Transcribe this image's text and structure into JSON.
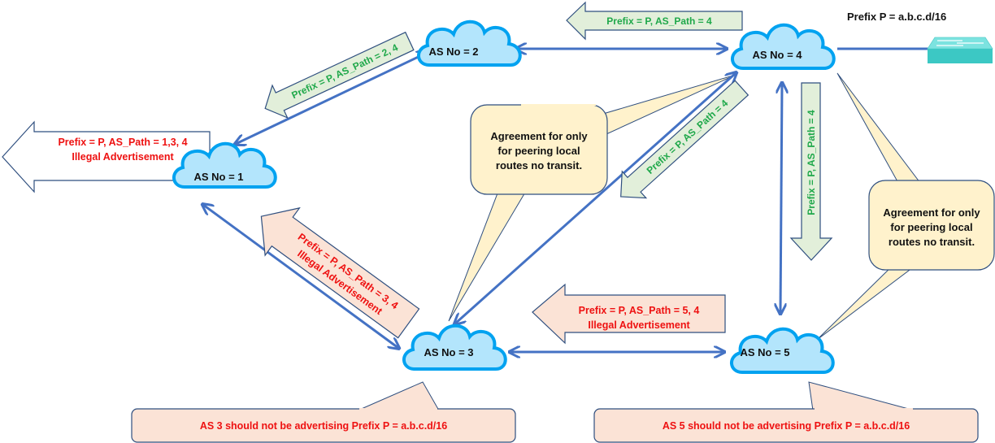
{
  "title": "BGP route leak / illegal transit advertisement",
  "prefix_label": "Prefix P = a.b.c.d/16",
  "nodes": {
    "as1": "AS No = 1",
    "as2": "AS No = 2",
    "as3": "AS No = 3",
    "as4": "AS No = 4",
    "as5": "AS No = 5"
  },
  "advertisements": {
    "as4_to_as2": "Prefix = P, AS_Path = 4",
    "as2_to_as1": "Prefix = P, AS_Path = 2, 4",
    "as4_to_as3": "Prefix = P, AS_Path = 4",
    "as4_to_as5": "Prefix = P, AS_Path = 4",
    "as1_out": {
      "line1": "Prefix = P, AS_Path = 1,3, 4",
      "line2": "Illegal Advertisement"
    },
    "as3_to_as1": {
      "line1": "Prefix = P, AS_Path = 3, 4",
      "line2": "Illegal Advertisement"
    },
    "as5_to_as3": {
      "line1": "Prefix = P, AS_Path = 5, 4",
      "line2": "Illegal Advertisement"
    }
  },
  "callouts": {
    "agreement_34": [
      "Agreement for only",
      "for peering local",
      "routes no transit."
    ],
    "agreement_45": [
      "Agreement for only",
      "for peering local",
      "routes no transit."
    ],
    "as3_warning": "AS 3 should not be advertising Prefix P = a.b.c.d/16",
    "as5_warning": "AS 5 should not be advertising Prefix P = a.b.c.d/16"
  },
  "colors": {
    "cloud_fill": "#b3e5fc",
    "cloud_stroke": "#00a2f0",
    "link": "#4472c4",
    "green_arrow_fill": "#e2efda",
    "red_arrow_fill": "#fbe3d6",
    "callout_yellow": "#fff2cc",
    "arrow_border": "#2f4f7f",
    "green_text": "#1fa84a",
    "red_text": "#ee1111"
  },
  "icons": {
    "router": "network-switch-icon"
  }
}
